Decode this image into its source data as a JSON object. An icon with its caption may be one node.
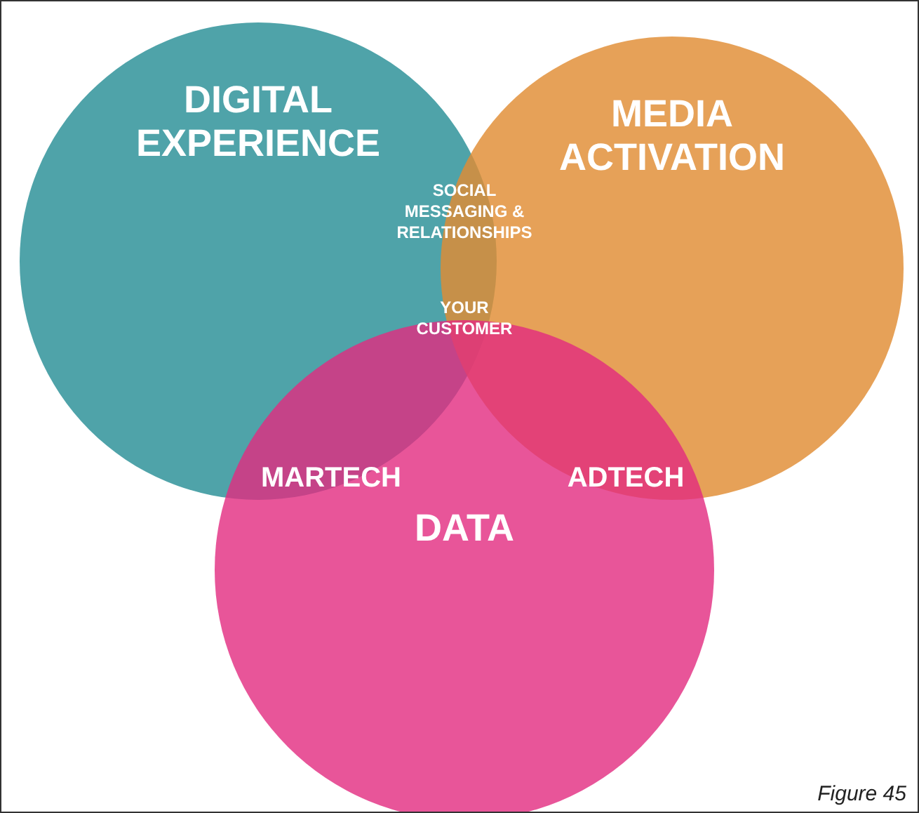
{
  "diagram": {
    "caption": "Figure 45",
    "nodes": [
      {
        "text": [
          "DIGITAL EXPERIENCE"
        ]
      },
      {
        "text": [
          "MEDIA ACTIVATION"
        ]
      },
      {
        "text": [
          "DATA"
        ]
      }
    ],
    "edges": [],
    "labels": [
      "SOCIAL MESSAGING & RELATIONSHIPS",
      "YOUR CUSTOMER",
      "MARTECH",
      "ADTECH"
    ]
  }
}
